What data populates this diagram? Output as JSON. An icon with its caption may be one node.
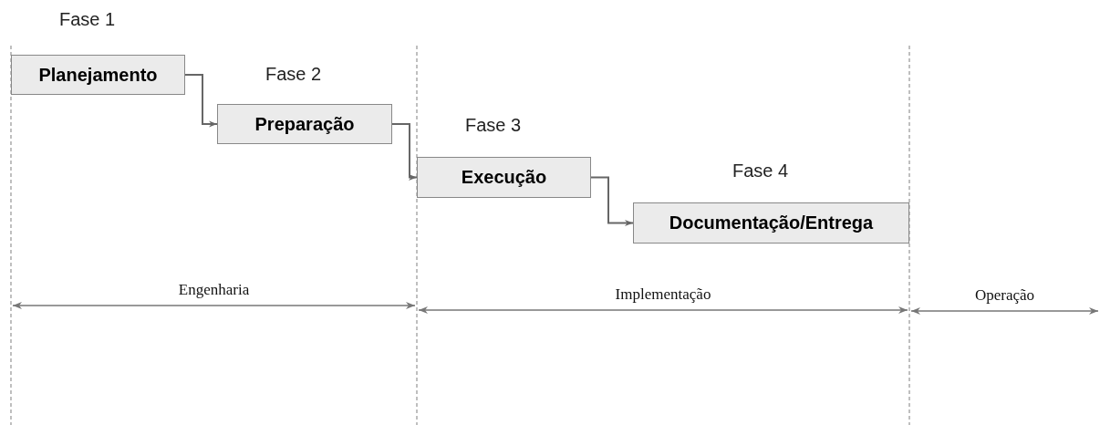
{
  "diagram": {
    "nodes": [
      {
        "text": [
          "Planejamento"
        ],
        "beside": [
          "Fase 1"
        ]
      },
      {
        "text": [
          "Preparação"
        ],
        "beside": [
          "Fase 2"
        ]
      },
      {
        "text": [
          "Execução"
        ],
        "beside": [
          "Fase 3"
        ]
      },
      {
        "text": [
          "Documentação/Entrega"
        ],
        "beside": [
          "Fase 4"
        ]
      }
    ],
    "edges": [
      {
        "from": 0,
        "to": 1,
        "arrow": "to"
      },
      {
        "from": 1,
        "to": 2,
        "arrow": "to"
      },
      {
        "from": 2,
        "to": 3,
        "arrow": "to"
      }
    ],
    "labels": [
      "Engenharia",
      "Implementação",
      "Operação"
    ]
  }
}
